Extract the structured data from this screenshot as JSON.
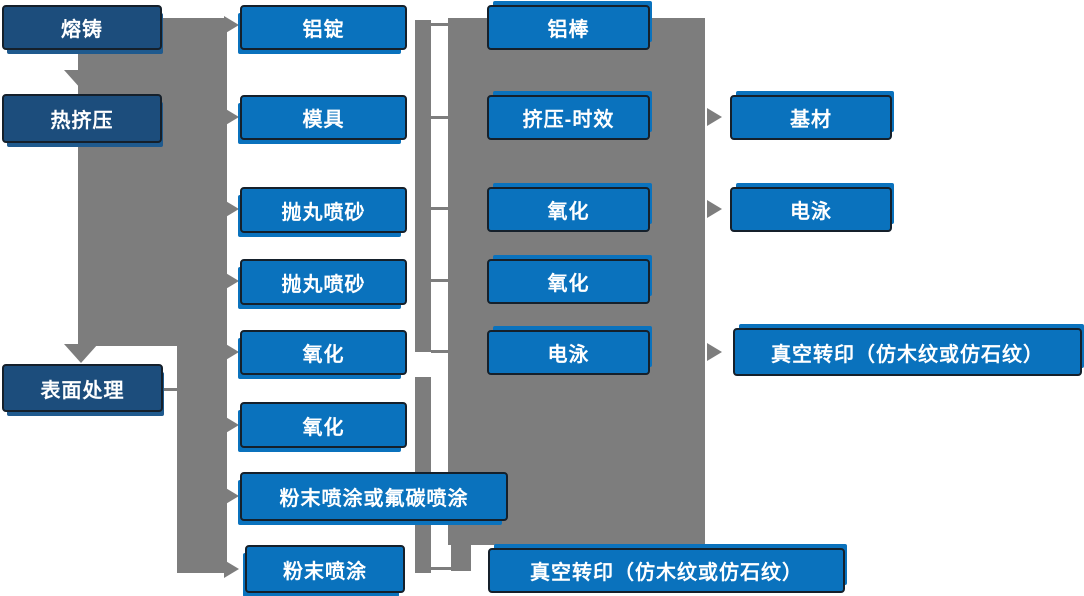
{
  "diagram": {
    "type": "process-flowchart",
    "language": "zh-CN",
    "colors": {
      "stage_box_fill": "#1c4d7c",
      "process_box_fill": "#0a72bd",
      "box_border": "#15202b",
      "connector_gray": "#7d7d7d",
      "text": "#ffffff",
      "background": "#ffffff"
    },
    "flow": {
      "column1": [
        "熔铸",
        "热挤压",
        "表面处理"
      ],
      "column2": [
        "铝锭",
        "模具",
        "抛丸喷砂",
        "抛丸喷砂",
        "氧化",
        "氧化",
        "粉末喷涂或氟碳喷涂",
        "粉末喷涂"
      ],
      "column3": [
        "铝棒",
        "挤压-时效",
        "氧化",
        "氧化",
        "电泳",
        "真空转印（仿木纹或仿石纹）"
      ],
      "column4": [
        "基材",
        "电泳",
        "真空转印（仿木纹或仿石纹）"
      ]
    }
  }
}
